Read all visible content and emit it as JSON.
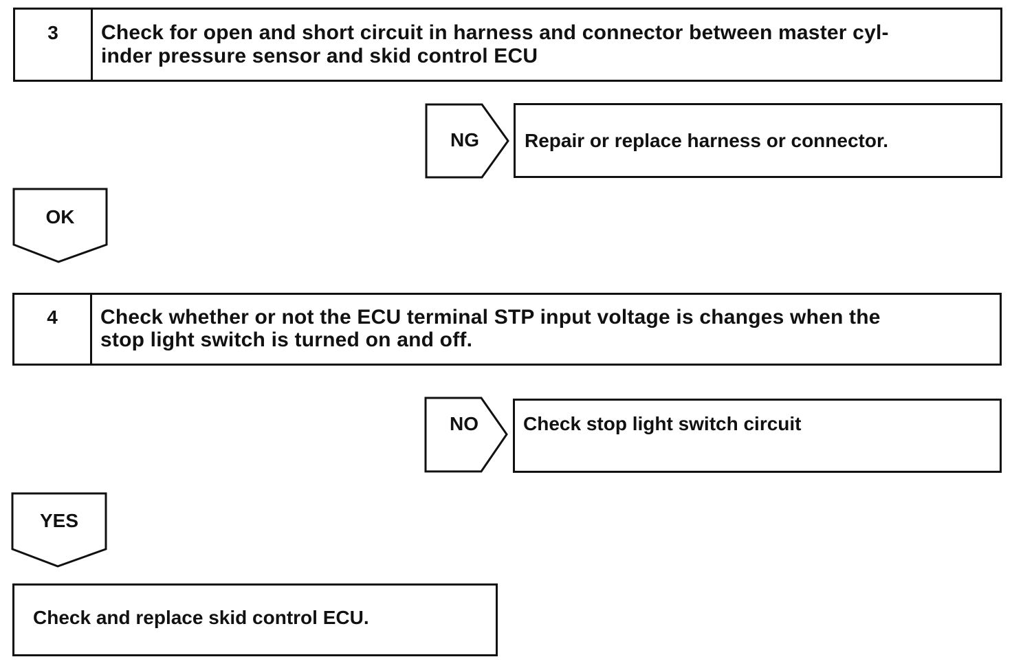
{
  "steps": [
    {
      "number": "3",
      "text_lines": [
        "Check for open and short circuit in harness and connector between master cyl-",
        "inder pressure sensor and skid control ECU"
      ],
      "branch": {
        "label": "NG",
        "result": "Repair or replace harness or connector."
      },
      "next_label": "OK"
    },
    {
      "number": "4",
      "text_lines": [
        "Check whether or not the ECU terminal STP input voltage is changes when the",
        "stop light switch is turned on and off."
      ],
      "branch": {
        "label": "NO",
        "result": "Check stop light switch circuit"
      },
      "next_label": "YES"
    }
  ],
  "final": {
    "text": "Check and replace skid control ECU."
  }
}
